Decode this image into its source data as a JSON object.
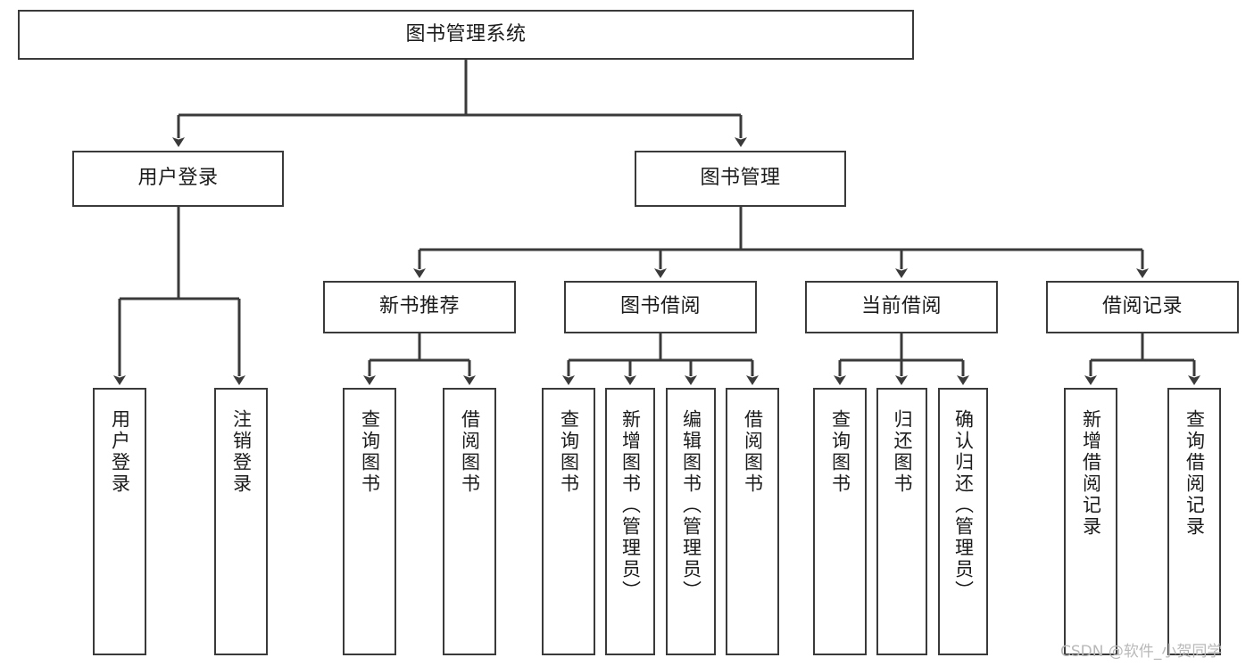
{
  "diagram": {
    "title": "图书管理系统",
    "watermark": "CSDN @软件_小贺同学",
    "line_color": "#3a3a3a",
    "text_color": "#1b1b1b",
    "background": "#ffffff",
    "nodes": {
      "root": {
        "label": "图书管理系统"
      },
      "level2": [
        {
          "id": "user-login",
          "label": "用户登录"
        },
        {
          "id": "book-manage",
          "label": "图书管理"
        }
      ],
      "level3": [
        {
          "id": "new-book-recommend",
          "label": "新书推荐"
        },
        {
          "id": "book-borrow",
          "label": "图书借阅"
        },
        {
          "id": "current-borrow",
          "label": "当前借阅"
        },
        {
          "id": "borrow-record",
          "label": "借阅记录"
        }
      ],
      "leaves": {
        "user-login": [
          {
            "id": "leaf-user-login",
            "label": "用户登录"
          },
          {
            "id": "leaf-logout",
            "label": "注销登录"
          }
        ],
        "new-book-recommend": [
          {
            "id": "leaf-query-book-1",
            "label": "查询图书"
          },
          {
            "id": "leaf-borrow-book-1",
            "label": "借阅图书"
          }
        ],
        "book-borrow": [
          {
            "id": "leaf-query-book-2",
            "label": "查询图书"
          },
          {
            "id": "leaf-add-book",
            "label": "新增图书（管理员）"
          },
          {
            "id": "leaf-edit-book",
            "label": "编辑图书（管理员）"
          },
          {
            "id": "leaf-borrow-book-2",
            "label": "借阅图书"
          }
        ],
        "current-borrow": [
          {
            "id": "leaf-query-book-3",
            "label": "查询图书"
          },
          {
            "id": "leaf-return-book",
            "label": "归还图书"
          },
          {
            "id": "leaf-confirm-return",
            "label": "确认归还（管理员）"
          }
        ],
        "borrow-record": [
          {
            "id": "leaf-add-record",
            "label": "新增借阅记录"
          },
          {
            "id": "leaf-query-record",
            "label": "查询借阅记录"
          }
        ]
      }
    }
  }
}
